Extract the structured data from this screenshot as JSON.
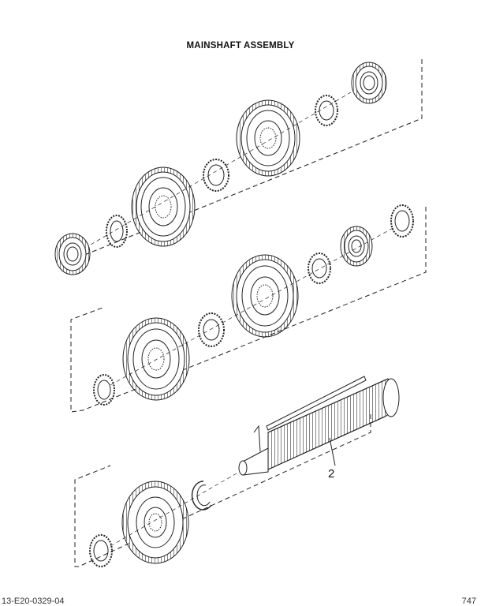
{
  "diagram": {
    "title": "MAINSHAFT ASSEMBLY",
    "callout_label": "2",
    "footer_left": "13-E20-0329-04",
    "footer_right": "747"
  },
  "colors": {
    "line": "#222222",
    "background": "#ffffff"
  }
}
